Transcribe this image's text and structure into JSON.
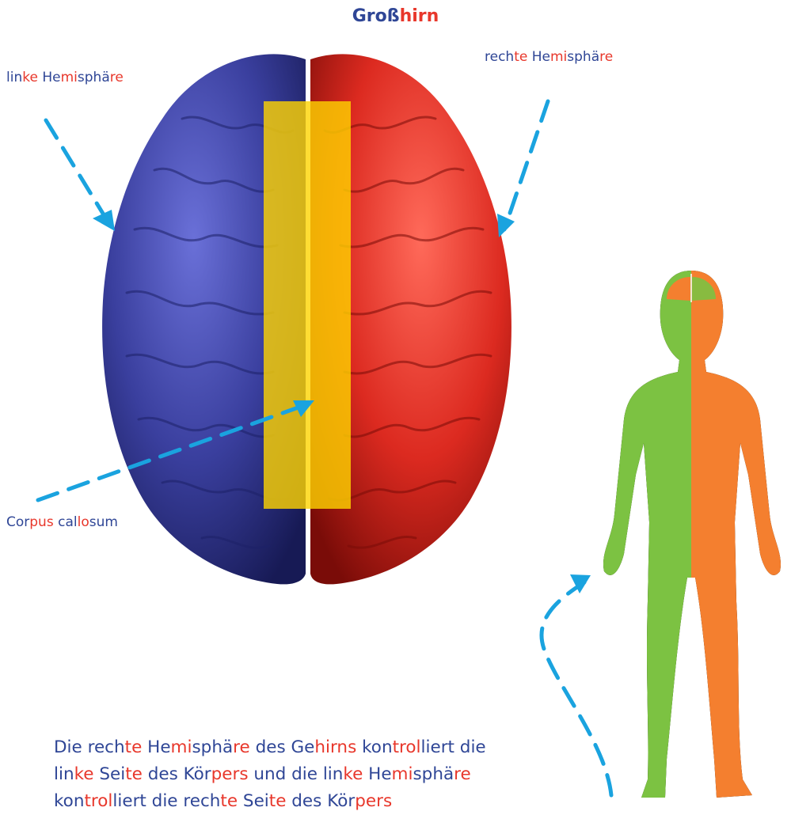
{
  "title": {
    "parts": [
      {
        "text": "Groß",
        "c": "b"
      },
      {
        "text": "hirn",
        "c": "r"
      }
    ]
  },
  "labels": {
    "left_hemisphere": [
      {
        "text": "lin",
        "c": "b"
      },
      {
        "text": "ke",
        "c": "r"
      },
      {
        "text": " He",
        "c": "b"
      },
      {
        "text": "mi",
        "c": "r"
      },
      {
        "text": "sphä",
        "c": "b"
      },
      {
        "text": "re",
        "c": "r"
      }
    ],
    "right_hemisphere": [
      {
        "text": "rech",
        "c": "b"
      },
      {
        "text": "te",
        "c": "r"
      },
      {
        "text": " He",
        "c": "b"
      },
      {
        "text": "mi",
        "c": "r"
      },
      {
        "text": "sphä",
        "c": "b"
      },
      {
        "text": "re",
        "c": "r"
      }
    ],
    "corpus_callosum": [
      {
        "text": "Cor",
        "c": "b"
      },
      {
        "text": "pus",
        "c": "r"
      },
      {
        "text": " cal",
        "c": "b"
      },
      {
        "text": "lo",
        "c": "r"
      },
      {
        "text": "sum",
        "c": "b"
      }
    ]
  },
  "caption": [
    [
      {
        "text": "Die rech",
        "c": "b"
      },
      {
        "text": "te",
        "c": "r"
      },
      {
        "text": " He",
        "c": "b"
      },
      {
        "text": "mi",
        "c": "r"
      },
      {
        "text": "sphä",
        "c": "b"
      },
      {
        "text": "re",
        "c": "r"
      },
      {
        "text": " des Ge",
        "c": "b"
      },
      {
        "text": "hirns",
        "c": "r"
      },
      {
        "text": " kon",
        "c": "b"
      },
      {
        "text": "trol",
        "c": "r"
      },
      {
        "text": "liert die",
        "c": "b"
      }
    ],
    [
      {
        "text": "lin",
        "c": "b"
      },
      {
        "text": "ke",
        "c": "r"
      },
      {
        "text": " Sei",
        "c": "b"
      },
      {
        "text": "te",
        "c": "r"
      },
      {
        "text": " des Kör",
        "c": "b"
      },
      {
        "text": "pers",
        "c": "r"
      },
      {
        "text": " und die lin",
        "c": "b"
      },
      {
        "text": "ke",
        "c": "r"
      },
      {
        "text": " He",
        "c": "b"
      },
      {
        "text": "mi",
        "c": "r"
      },
      {
        "text": "sphä",
        "c": "b"
      },
      {
        "text": "re",
        "c": "r"
      }
    ],
    [
      {
        "text": "kon",
        "c": "b"
      },
      {
        "text": "trol",
        "c": "r"
      },
      {
        "text": "liert die rech",
        "c": "b"
      },
      {
        "text": "te",
        "c": "r"
      },
      {
        "text": " Sei",
        "c": "b"
      },
      {
        "text": "te",
        "c": "r"
      },
      {
        "text": " des Kör",
        "c": "b"
      },
      {
        "text": "pers",
        "c": "r"
      }
    ]
  ],
  "colors": {
    "text_blue": "#2f4696",
    "text_red": "#e8372b",
    "left_hemisphere": "#3a3f9e",
    "right_hemisphere": "#dc2a20",
    "corpus_highlight": "#ffd400",
    "arrows": "#1aa3df",
    "body_left": "#7cc242",
    "body_right": "#f47f2f"
  }
}
